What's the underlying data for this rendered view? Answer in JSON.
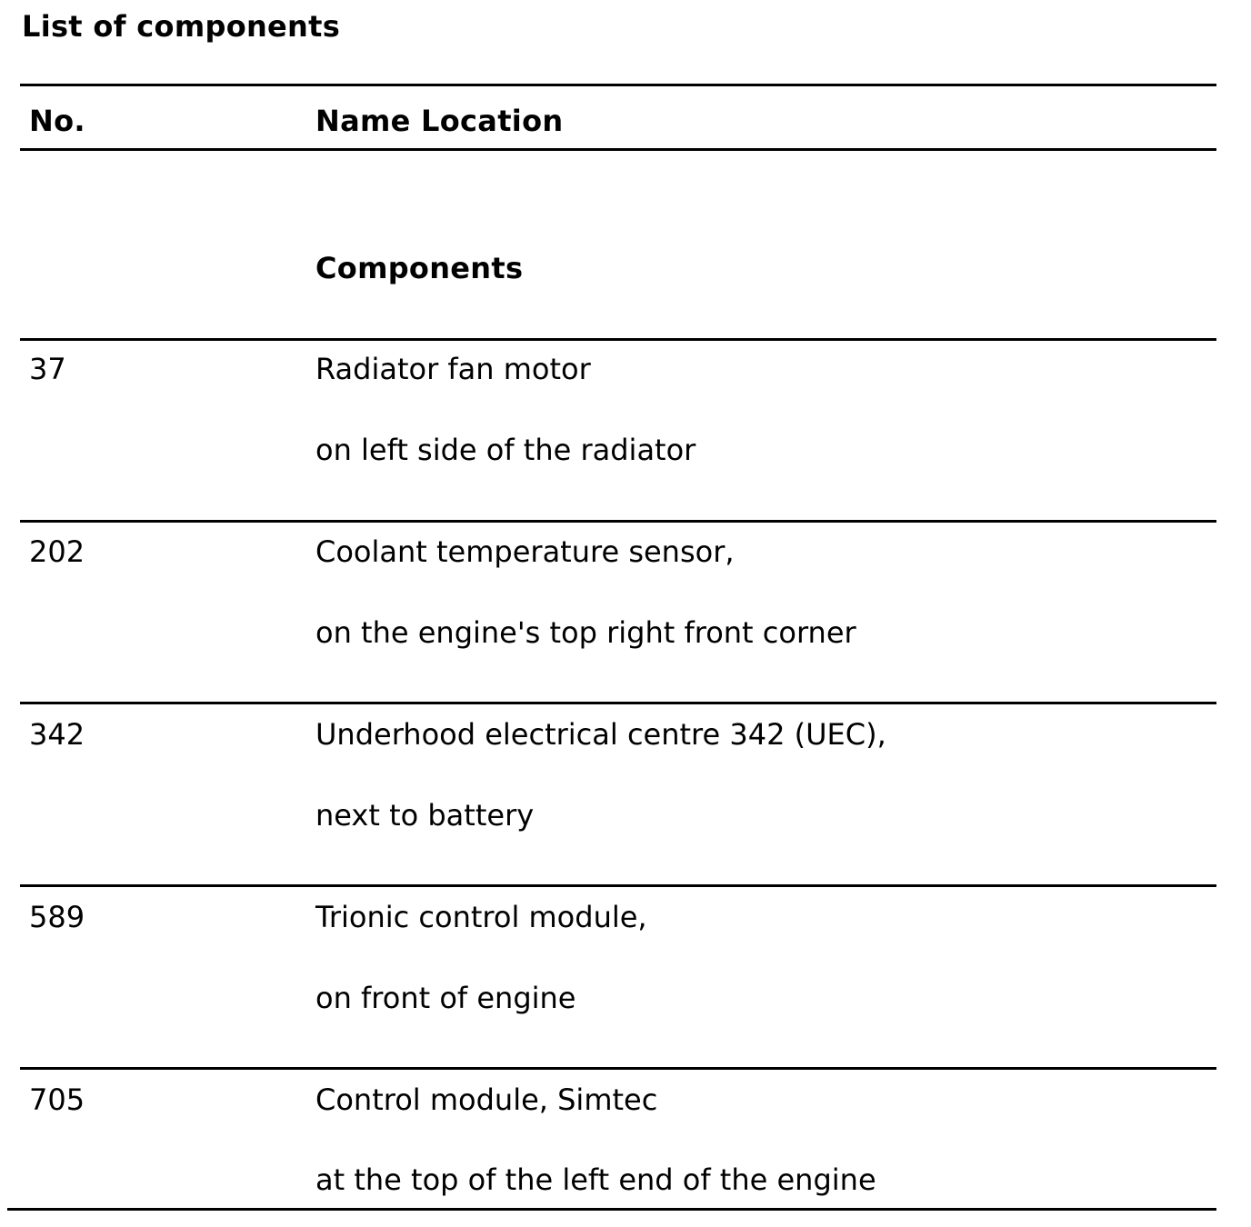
{
  "title": "List of components",
  "table": {
    "headers": {
      "no": "No.",
      "name_location": "Name Location"
    },
    "section_label": "Components",
    "rows": [
      {
        "no": "37",
        "name": "Radiator fan motor",
        "location": "on left side of the radiator"
      },
      {
        "no": "202",
        "name": "Coolant temperature sensor,",
        "location": "on the engine's top right front corner"
      },
      {
        "no": "342",
        "name": "Underhood electrical centre 342 (UEC),",
        "location": "next to battery"
      },
      {
        "no": "589",
        "name": "Trionic control module,",
        "location": "on front of engine"
      },
      {
        "no": "705",
        "name": "Control module, Simtec",
        "location": "at the top of the left end of the engine"
      }
    ]
  }
}
